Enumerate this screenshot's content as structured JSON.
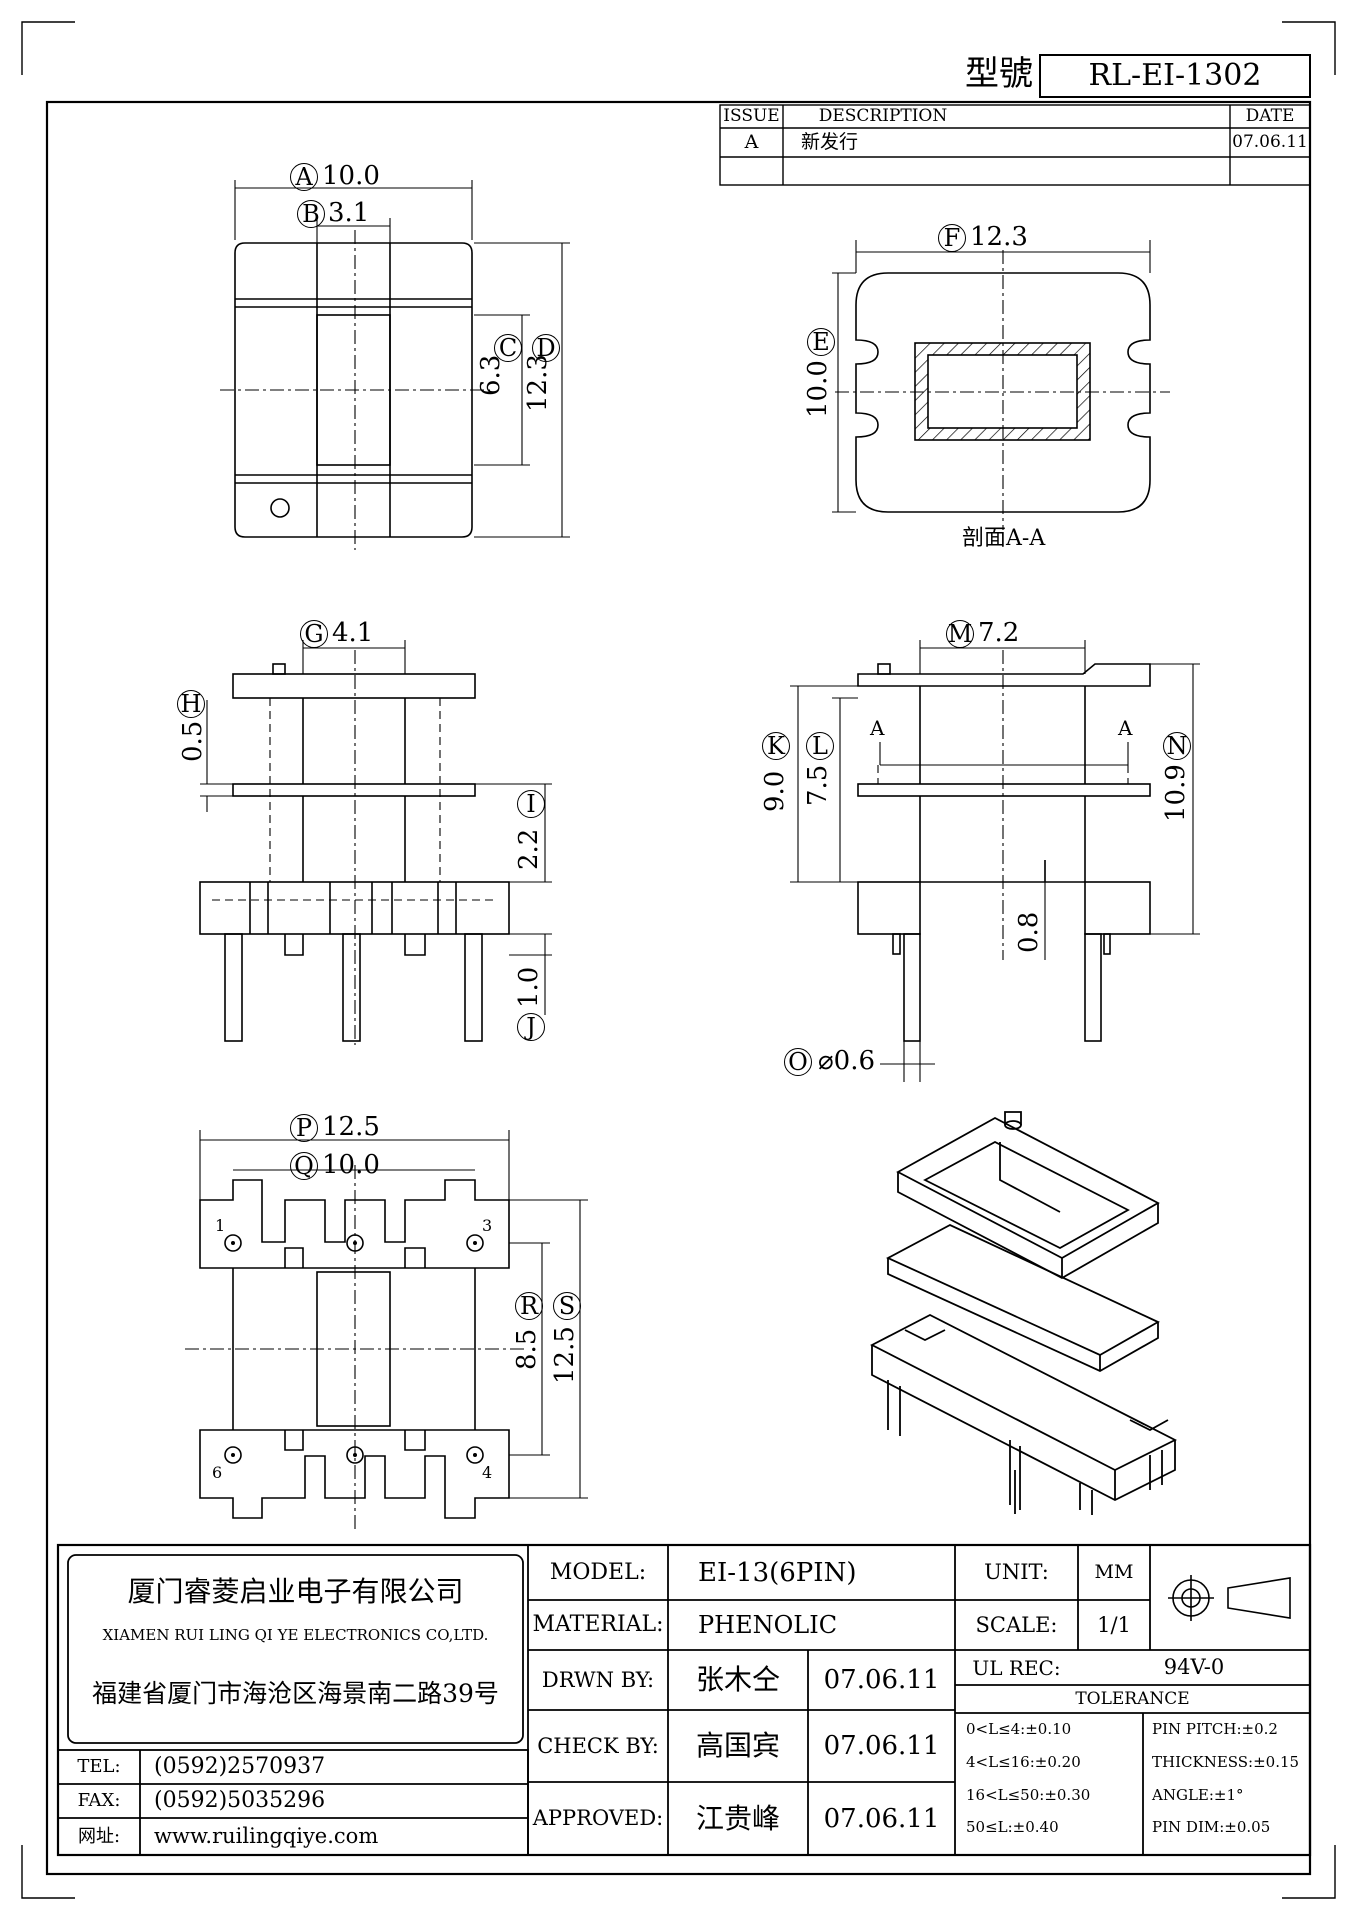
{
  "header": {
    "model_label": "型號",
    "model_number": "RL-EI-1302"
  },
  "revision": {
    "col_issue": "ISSUE",
    "col_description": "DESCRIPTION",
    "col_date": "DATE",
    "rows": [
      {
        "issue": "A",
        "description": "新发行",
        "date": "07.06.11"
      }
    ]
  },
  "dimensions": {
    "A": {
      "letter": "A",
      "value": "10.0"
    },
    "B": {
      "letter": "B",
      "value": "3.1"
    },
    "C": {
      "letter": "C",
      "value": "6.3"
    },
    "D": {
      "letter": "D",
      "value": "12.3"
    },
    "E": {
      "letter": "E",
      "value": "10.0"
    },
    "F": {
      "letter": "F",
      "value": "12.3"
    },
    "G": {
      "letter": "G",
      "value": "4.1"
    },
    "H": {
      "letter": "H",
      "value": "0.5"
    },
    "I": {
      "letter": "I",
      "value": "2.2"
    },
    "J": {
      "letter": "J",
      "value": "1.0"
    },
    "K": {
      "letter": "K",
      "value": "9.0"
    },
    "L": {
      "letter": "L",
      "value": "7.5"
    },
    "M": {
      "letter": "M",
      "value": "7.2"
    },
    "N": {
      "letter": "N",
      "value": "10.9"
    },
    "O": {
      "letter": "O",
      "value": "⌀0.6"
    },
    "P": {
      "letter": "P",
      "value": "12.5"
    },
    "Q": {
      "letter": "Q",
      "value": "10.0"
    },
    "R": {
      "letter": "R",
      "value": "8.5"
    },
    "S": {
      "letter": "S",
      "value": "12.5"
    },
    "unlabeled_slot": "0.8"
  },
  "section": {
    "caption": "剖面A-A",
    "marker": "A"
  },
  "pins": [
    "1",
    "3",
    "6",
    "4"
  ],
  "company": {
    "name_cn": "厦门睿菱启业电子有限公司",
    "name_en": "XIAMEN RUI LING QI YE ELECTRONICS CO,LTD.",
    "address": "福建省厦门市海沧区海景南二路39号",
    "tel_label": "TEL:",
    "tel": "(0592)2570937",
    "fax_label": "FAX:",
    "fax": "(0592)5035296",
    "web_label": "网址:",
    "web": "www.ruilingqiye.com"
  },
  "title_block": {
    "model_label": "MODEL:",
    "model": "EI-13(6PIN)",
    "material_label": "MATERIAL:",
    "material": "PHENOLIC",
    "drawn_label": "DRWN BY:",
    "drawn_by": "张木仝",
    "drawn_date": "07.06.11",
    "check_label": "CHECK BY:",
    "check_by": "高国宾",
    "check_date": "07.06.11",
    "approved_label": "APPROVED:",
    "approved_by": "江贵峰",
    "approved_date": "07.06.11",
    "unit_label": "UNIT:",
    "unit": "MM",
    "scale_label": "SCALE:",
    "scale": "1/1",
    "ul_label": "UL REC:",
    "ul": "94V-0",
    "tolerance_title": "TOLERANCE",
    "tolerance_left": [
      "0<L≤4:±0.10",
      "4<L≤16:±0.20",
      "16<L≤50:±0.30",
      "50≤L:±0.40"
    ],
    "tolerance_right": [
      "PIN PITCH:±0.2",
      "THICKNESS:±0.15",
      "ANGLE:±1°",
      "PIN DIM:±0.05"
    ]
  }
}
